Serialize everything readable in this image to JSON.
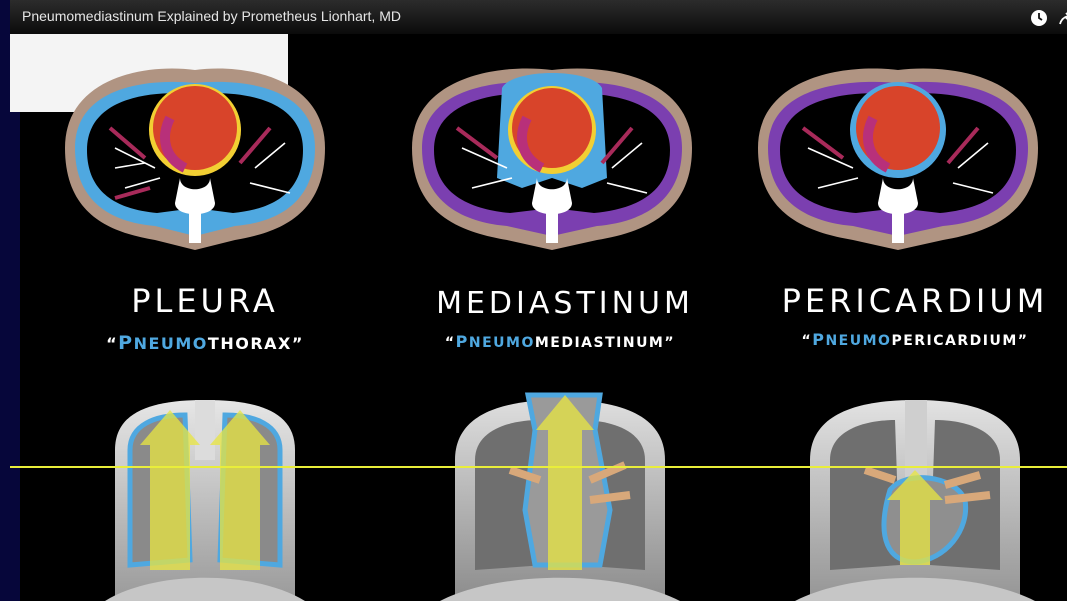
{
  "video": {
    "title": "Pneumomediastinum Explained by Prometheus Lionhart, MD",
    "icons": [
      "clock-icon",
      "share-icon"
    ]
  },
  "columns": [
    {
      "heading": "Pleura",
      "quote_open": "“",
      "sub_blue_first": "P",
      "sub_blue_rest": "NEUMO",
      "sub_white": "THORAX",
      "quote_close": "”"
    },
    {
      "heading": "Mediastinum",
      "quote_open": "“",
      "sub_blue_first": "P",
      "sub_blue_rest": "NEUMO",
      "sub_white": "MEDIASTINUM",
      "quote_close": "”"
    },
    {
      "heading": "Pericardium",
      "quote_open": "“",
      "sub_blue_first": "P",
      "sub_blue_rest": "NEUMO",
      "sub_white": "PERICARDIUM",
      "quote_close": "”"
    }
  ],
  "colors": {
    "air_blue": "#4fa8e0",
    "membrane_purple": "#7b3fb0",
    "heart_red": "#d8442a",
    "guide_line": "#e9ee3a",
    "arrow_yellow": "#e8e640"
  }
}
